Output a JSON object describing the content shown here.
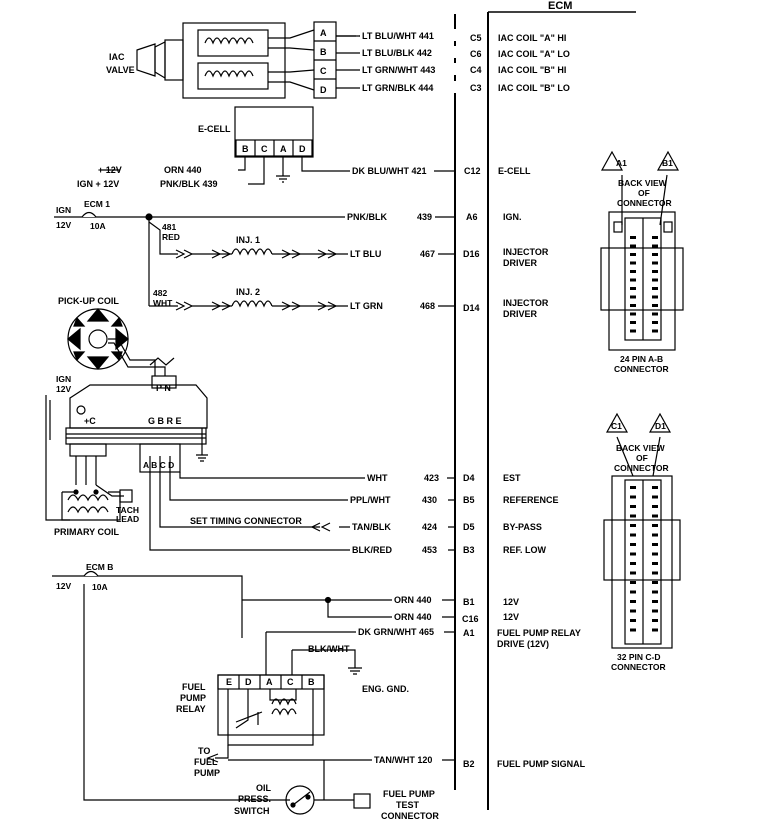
{
  "ecm": {
    "title": "ECM",
    "pins": [
      {
        "pin": "C5",
        "function": "IAC COIL \"A\"  HI"
      },
      {
        "pin": "C6",
        "function": "IAC COIL \"A\"  LO"
      },
      {
        "pin": "C4",
        "function": "IAC COIL \"B\"  HI"
      },
      {
        "pin": "C3",
        "function": "IAC COIL \"B\"  LO"
      },
      {
        "pin": "C12",
        "function": "E-CELL"
      },
      {
        "pin": "A6",
        "function": "IGN."
      },
      {
        "pin": "D16",
        "function": "INJECTOR",
        "function2": "DRIVER"
      },
      {
        "pin": "D14",
        "function": "INJECTOR",
        "function2": "DRIVER"
      },
      {
        "pin": "D4",
        "function": "EST"
      },
      {
        "pin": "B5",
        "function": "REFERENCE"
      },
      {
        "pin": "D5",
        "function": "BY-PASS"
      },
      {
        "pin": "B3",
        "function": "REF. LOW"
      },
      {
        "pin": "B1",
        "function": "12V"
      },
      {
        "pin": "C16",
        "function": "12V"
      },
      {
        "pin": "A1",
        "function": "FUEL PUMP RELAY",
        "function2": "DRIVE (12V)"
      },
      {
        "pin": "B2",
        "function": "FUEL PUMP SIGNAL"
      }
    ]
  },
  "wires": {
    "iac_a_hi": "LT BLU/WHT 441",
    "iac_a_lo": "LT BLU/BLK 442",
    "iac_b_hi": "LT GRN/WHT 443",
    "iac_b_lo": "LT GRN/BLK 444",
    "ecell": "DK BLU/WHT 421",
    "ign_color": "PNK/BLK",
    "ign_num": "439",
    "inj1_color": "LT BLU",
    "inj1_num": "467",
    "inj2_color": "LT GRN",
    "inj2_num": "468",
    "est_color": "WHT",
    "est_num": "423",
    "ref_color": "PPL/WHT",
    "ref_num": "430",
    "bypass_color": "TAN/BLK",
    "bypass_num": "424",
    "reflow_color": "BLK/RED",
    "reflow_num": "453",
    "b1": "ORN 440",
    "c16": "ORN 440",
    "a1": "DK GRN/WHT 465",
    "b2": "TAN/WHT 120",
    "relay_gnd": "BLK/WHT",
    "ecell_12v": "ORN 440",
    "ecell_ign": "PNK/BLK 439",
    "red_481_num": "481",
    "red_481_color": "RED",
    "wht_482_num": "482",
    "wht_482_color": "WHT"
  },
  "labels": {
    "iac_line1": "IAC",
    "iac_line2": "VALVE",
    "ecell": "E-CELL",
    "plus12v": "+ 12V",
    "ign12v": "IGN + 12V",
    "ign": "IGN",
    "ign_12v": "12V",
    "ecm1": "ECM 1",
    "ecm1_amp": "10A",
    "inj1": "INJ. 1",
    "inj2": "INJ. 2",
    "pickup_coil": "PICK-UP COIL",
    "hei_ign": "IGN",
    "hei_12v": "12V",
    "pn": "P N",
    "plus_c": "+C",
    "gbre": "G B R E",
    "abcd": "A B C D",
    "primary_coil": "PRIMARY COIL",
    "tach1": "TACH",
    "tach2": "LEAD",
    "set_timing": "SET TIMING CONNECTOR",
    "ecmb": "ECM B",
    "ecmb_12v": "12V",
    "ecmb_amp": "10A",
    "fuel_pump_relay": [
      "FUEL",
      "PUMP",
      "RELAY"
    ],
    "to_fuel_pump": [
      "TO",
      "FUEL",
      "PUMP"
    ],
    "eng_gnd": "ENG. GND.",
    "oil_press": [
      "OIL",
      "PRESS.",
      "SWITCH"
    ],
    "fp_test": [
      "FUEL PUMP",
      "TEST",
      "CONNECTOR"
    ],
    "ecell_terms": [
      "B",
      "C",
      "A",
      "D"
    ],
    "iac_terms": [
      "A",
      "B",
      "C",
      "D"
    ],
    "relay_terms": [
      "E",
      "D",
      "A",
      "C",
      "B"
    ],
    "conn_ab": {
      "tri1": "A1",
      "tri2": "B1",
      "view": [
        "BACK VIEW",
        "OF",
        "CONNECTOR"
      ],
      "caption": [
        "24 PIN A-B",
        "CONNECTOR"
      ]
    },
    "conn_cd": {
      "tri1": "C1",
      "tri2": "D1",
      "view": [
        "BACK VIEW",
        "OF",
        "CONNECTOR"
      ],
      "caption": [
        "32 PIN C-D",
        "CONNECTOR"
      ]
    }
  }
}
